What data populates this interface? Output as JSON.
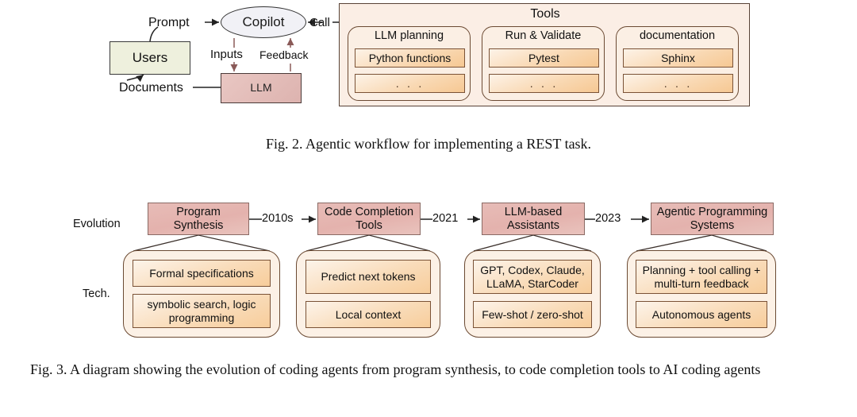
{
  "figure2": {
    "nodes": {
      "users": "Users",
      "copilot": "Copilot",
      "llm": "LLM"
    },
    "edge_labels": {
      "prompt": "Prompt",
      "documents": "Documents",
      "inputs": "Inputs",
      "feedback": "Feedback",
      "call": "Call"
    },
    "tools": {
      "title": "Tools",
      "groups": [
        {
          "title": "LLM planning",
          "items": [
            "Python functions",
            ". . ."
          ]
        },
        {
          "title": "Run & Validate",
          "items": [
            "Pytest",
            ". . ."
          ]
        },
        {
          "title": "documentation",
          "items": [
            "Sphinx",
            ". . ."
          ]
        }
      ]
    },
    "caption": "Fig. 2.  Agentic workflow for implementing a REST task."
  },
  "figure3": {
    "row_labels": {
      "evolution": "Evolution",
      "tech": "Tech."
    },
    "stages": [
      {
        "name": "Program Synthesis",
        "name_line1": "Program",
        "name_line2": "Synthesis",
        "tech": [
          "Formal specifications",
          "symbolic search, logic programming"
        ]
      },
      {
        "name": "Code Completion Tools",
        "name_line1": "Code Completion",
        "name_line2": "Tools",
        "tech": [
          "Predict next tokens",
          "Local context"
        ]
      },
      {
        "name": "LLM-based Assistants",
        "name_line1": "LLM-based",
        "name_line2": "Assistants",
        "tech": [
          "GPT, Codex, Claude, LLaMA, StarCoder",
          "Few-shot / zero-shot"
        ]
      },
      {
        "name": "Agentic Programming Systems",
        "name_line1": "Agentic Programming",
        "name_line2": "Systems",
        "tech": [
          "Planning + tool calling + multi-turn feedback",
          "Autonomous agents"
        ]
      }
    ],
    "years": [
      "2010s",
      "2021",
      "2023"
    ],
    "caption": "Fig. 3.  A diagram showing the evolution of coding agents from program synthesis, to code completion tools to AI coding agents"
  },
  "colors": {
    "users_fill": "#eef0dd",
    "copilot_fill": "#f1f1f6",
    "llm_fill": "#e3b8b3",
    "tools_panel_fill": "#fbeee5",
    "tool_item_fill": "#f9d9b4",
    "evo_box_fill": "#e4b2ad",
    "tech_panel_fill": "#fcf1e6",
    "stroke_dark": "#3a3a3a",
    "stroke_brown": "#6b4a33"
  }
}
